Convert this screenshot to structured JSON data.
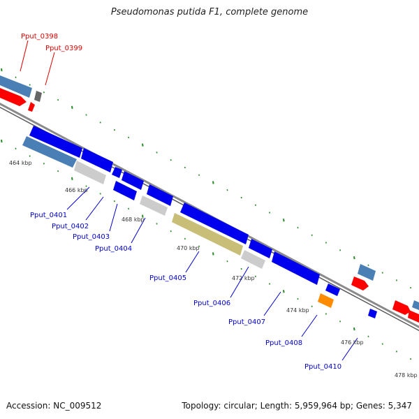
{
  "title": "Pseudomonas putida F1, complete genome",
  "footer": {
    "accession": "Accession: NC_009512",
    "summary": "Topology: circular; Length: 5,959,964 bp; Genes: 5,347"
  },
  "kbp_labels": [
    "464 kbp",
    "466 kbp",
    "468 kbp",
    "470 kbp",
    "472 kbp",
    "474 kbp",
    "476 kbp",
    "478 kbp"
  ],
  "gene_labels": {
    "red": [
      "Pput_0398",
      "Pput_0399"
    ],
    "blue": [
      "Pput_0401",
      "Pput_0402",
      "Pput_0403",
      "Pput_0404",
      "Pput_0405",
      "Pput_0406",
      "Pput_0407",
      "Pput_0408",
      "Pput_0410"
    ]
  },
  "colors": {
    "backbone": "#7a7a7a",
    "forward_cds": "#ff0000",
    "reverse_cds": "#0000ee",
    "label_blue": "#0000cc",
    "label_red": "#dd0000",
    "steelblue": "#4a7fb5",
    "grey_feature": "#c8c8c8",
    "olive_feature": "#c8be78",
    "orange_feature": "#ff8c00",
    "tick_green": "#2a8a2a"
  }
}
